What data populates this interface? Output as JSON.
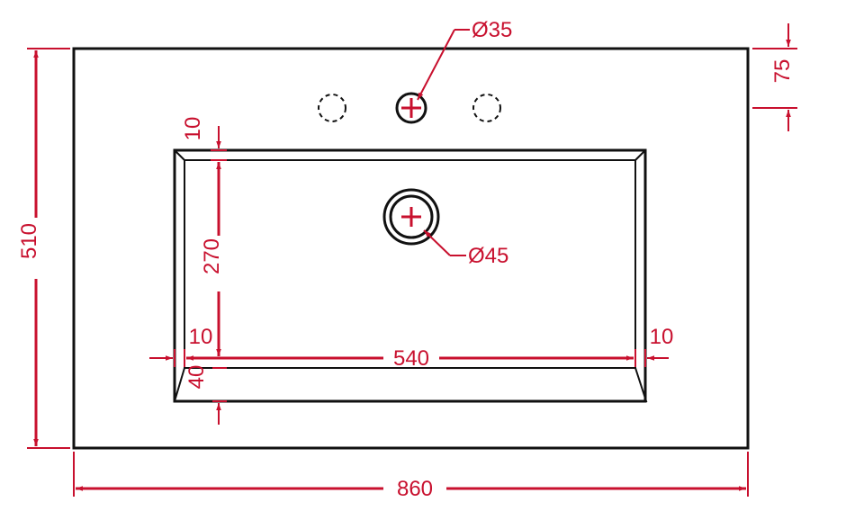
{
  "colors": {
    "outline": "#111111",
    "dimension": "#c8102e",
    "background": "#ffffff"
  },
  "dimensions": {
    "overall_width": "860",
    "overall_depth": "510",
    "tap_hole_diameter": "Ø35",
    "drain_diameter": "Ø45",
    "tap_hole_offset": "75",
    "rim_top_thickness": "10",
    "basin_depth": "270",
    "basin_width": "540",
    "left_wall": "10",
    "right_wall": "10",
    "front_slope": "40"
  }
}
